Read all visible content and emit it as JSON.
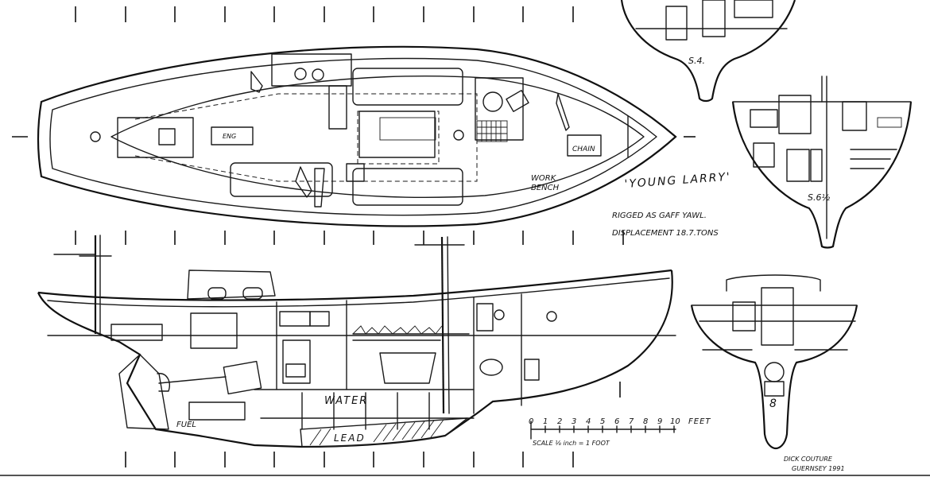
{
  "title": "'YOUNG LARRY'",
  "notes": {
    "rig": "RIGGED AS GAFF YAWL.",
    "displacement": "DISPLACEMENT   18.7.TONS"
  },
  "labels": {
    "chain": "CHAIN",
    "work_bench_1": "WORK",
    "work_bench_2": "BENCH",
    "water": "WATER",
    "lead": "LEAD",
    "fuel": "FUEL",
    "section_a": "S.4.",
    "section_b": "S.6½",
    "section_c": "8"
  },
  "scale": {
    "numbers": [
      "0",
      "1",
      "2",
      "3",
      "4",
      "5",
      "6",
      "7",
      "8",
      "9",
      "10"
    ],
    "unit": "FEET",
    "caption": "SCALE ⅛ inch = 1 FOOT"
  },
  "signature": {
    "line1": "DICK COUTURE",
    "line2": "GUERNSEY 1991"
  }
}
